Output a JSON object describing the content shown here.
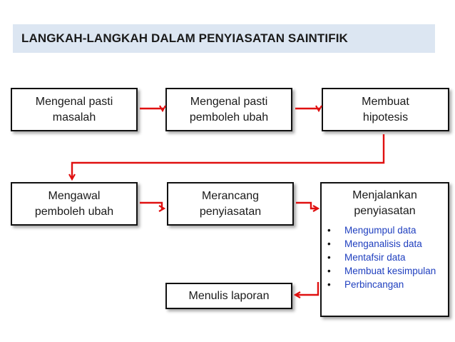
{
  "title": "LANGKAH-LANGKAH DALAM PENYIASATAN SAINTIFIK",
  "colors": {
    "title_bg": "#dce6f2",
    "arrow": "#e01010",
    "bullet_text": "#1f3fbf",
    "border": "#111111"
  },
  "steps": [
    {
      "lines": [
        "Mengenal pasti",
        "masalah"
      ]
    },
    {
      "lines": [
        "Mengenal pasti",
        "pemboleh ubah"
      ]
    },
    {
      "lines": [
        "Membuat",
        "hipotesis"
      ]
    },
    {
      "lines": [
        "Mengawal",
        "pemboleh ubah"
      ]
    },
    {
      "lines": [
        "Merancang",
        "penyiasatan"
      ]
    },
    {
      "lines": [
        "Menjalankan",
        "penyiasatan"
      ],
      "bullets": [
        "Mengumpul data",
        "Menganalisis data",
        "Mentafsir data",
        "Membuat kesimpulan",
        "Perbincangan"
      ]
    },
    {
      "lines": [
        "Menulis laporan"
      ]
    }
  ]
}
